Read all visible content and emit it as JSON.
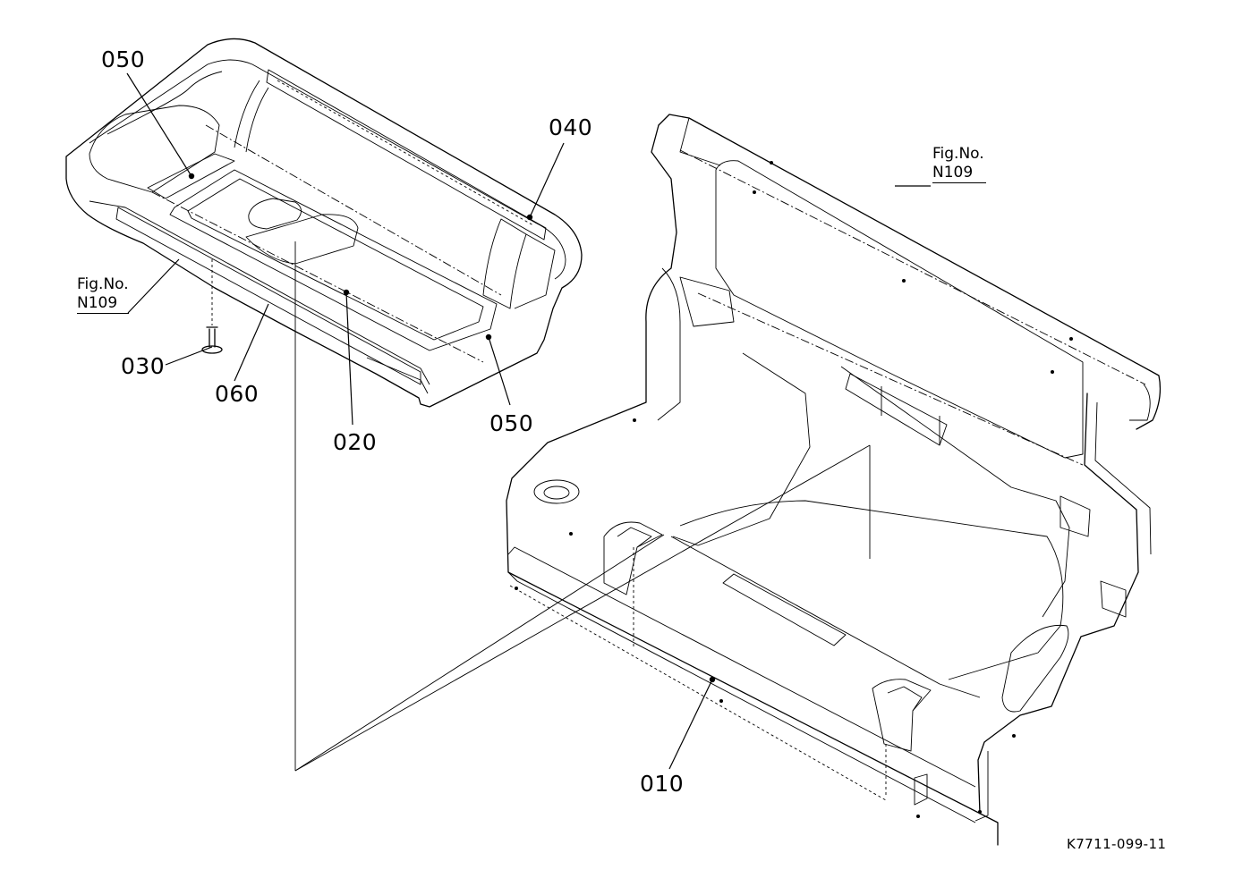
{
  "diagram": {
    "part_labels": {
      "p050_top": "050",
      "p040": "040",
      "p030": "030",
      "p060": "060",
      "p020": "020",
      "p050_bottom": "050",
      "p010": "010"
    },
    "fig_refs": {
      "left": {
        "line1": "Fig.No.",
        "line2": "N109"
      },
      "right": {
        "line1": "Fig.No.",
        "line2": "N109"
      }
    },
    "drawing_code": "K7711-099-11"
  }
}
